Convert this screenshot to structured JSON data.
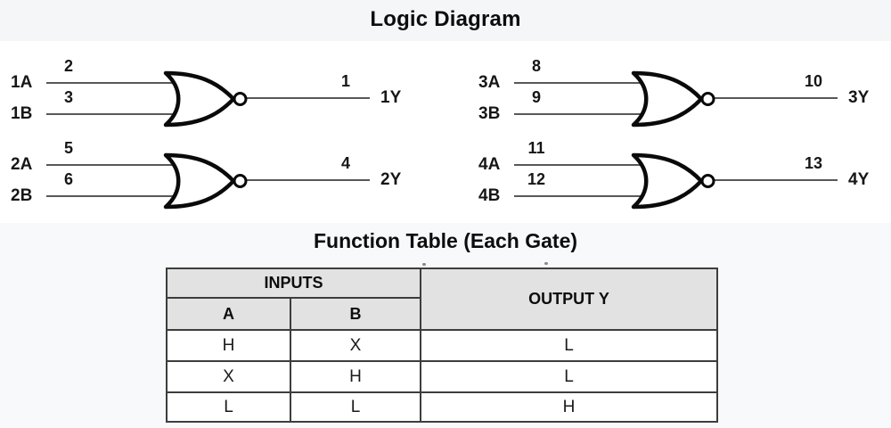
{
  "page_title": "Logic Diagram",
  "colors": {
    "top_band_bg": "#f5f6f8",
    "lower_section_bg": "#f8f9fb",
    "table_header_bg": "#e2e2e2",
    "table_border": "#3d3d3d",
    "gate_outline": "#0a0a0a",
    "wire": "#585858"
  },
  "gates": [
    {
      "input_a_name": "1A",
      "input_a_pin": "2",
      "input_b_name": "1B",
      "input_b_pin": "3",
      "output_pin": "1",
      "output_name": "1Y"
    },
    {
      "input_a_name": "2A",
      "input_a_pin": "5",
      "input_b_name": "2B",
      "input_b_pin": "6",
      "output_pin": "4",
      "output_name": "2Y"
    },
    {
      "input_a_name": "3A",
      "input_a_pin": "8",
      "input_b_name": "3B",
      "input_b_pin": "9",
      "output_pin": "10",
      "output_name": "3Y"
    },
    {
      "input_a_name": "4A",
      "input_a_pin": "11",
      "input_b_name": "4B",
      "input_b_pin": "12",
      "output_pin": "13",
      "output_name": "4Y"
    }
  ],
  "function_table": {
    "title": "Function Table (Each Gate)",
    "inputs_header": "INPUTS",
    "output_header": "OUTPUT Y",
    "col_a": "A",
    "col_b": "B",
    "rows": [
      {
        "a": "H",
        "b": "X",
        "y": "L"
      },
      {
        "a": "X",
        "b": "H",
        "y": "L"
      },
      {
        "a": "L",
        "b": "L",
        "y": "H"
      }
    ]
  }
}
